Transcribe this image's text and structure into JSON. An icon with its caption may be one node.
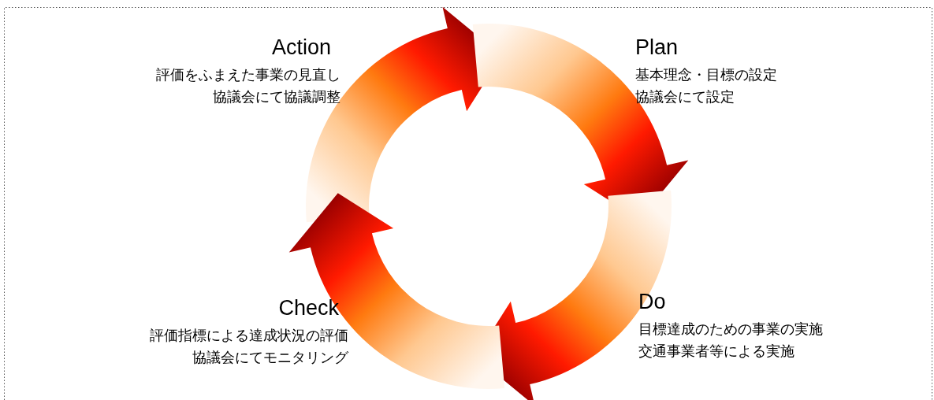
{
  "diagram": {
    "nodes": [
      {
        "text": [
          "Action",
          "評価をふまえた事業の見直し",
          "協議会にて協議調整"
        ]
      },
      {
        "text": [
          "Plan",
          "基本理念・目標の設定",
          "協議会にて設定"
        ]
      },
      {
        "text": [
          "Check",
          "評価指標による達成状況の評価",
          "協議会にてモニタリング"
        ]
      },
      {
        "text": [
          "Do",
          "目標達成のための事業の実施",
          "交通事業者等による実施"
        ]
      }
    ],
    "edges": [
      {
        "from": 0,
        "to": 1,
        "arrow": "to"
      },
      {
        "from": 1,
        "to": 3,
        "arrow": "to"
      },
      {
        "from": 3,
        "to": 2,
        "arrow": "to"
      },
      {
        "from": 2,
        "to": 0,
        "arrow": "to"
      }
    ]
  }
}
